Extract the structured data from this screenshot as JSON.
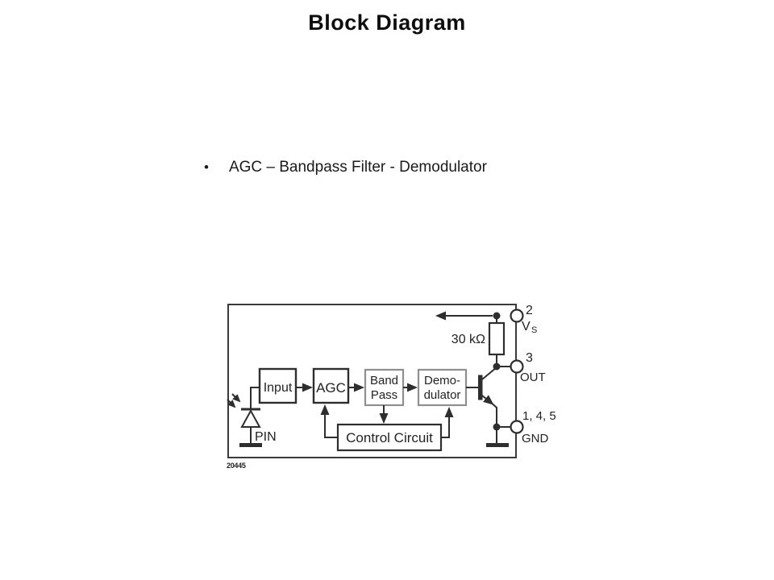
{
  "slide": {
    "title": "Block Diagram",
    "bullet_marker": "•",
    "bullet_text": "AGC – Bandpass Filter - Demodulator"
  },
  "diagram": {
    "blocks": {
      "input": "Input",
      "agc": "AGC",
      "bandpass": {
        "line1": "Band",
        "line2": "Pass"
      },
      "demodulator": {
        "line1": "Demo-",
        "line2": "dulator"
      },
      "control_circuit": "Control Circuit"
    },
    "labels": {
      "resistor": "30 kΩ",
      "photodiode": "PIN",
      "figure_number": "20445"
    },
    "pins": {
      "vs": {
        "number": "2",
        "name_main": "V",
        "name_sub": "S"
      },
      "out": {
        "number": "3",
        "name": "OUT"
      },
      "gnd": {
        "numbers": "1, 4, 5",
        "name": "GND"
      }
    },
    "colors": {
      "line": "#2e2e2e",
      "text": "#232323",
      "gray_box_border": "#8f8f8f",
      "background": "#ffffff"
    }
  }
}
